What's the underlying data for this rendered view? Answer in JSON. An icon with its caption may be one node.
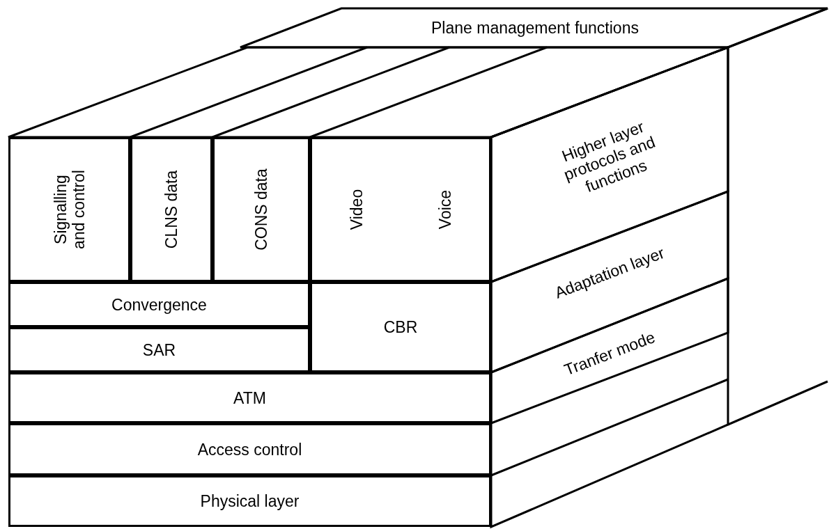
{
  "diagram": {
    "nodes": [
      {
        "text": [
          "Plane management functions"
        ]
      },
      {
        "text": [
          "Signalling and control"
        ]
      },
      {
        "text": [
          "CLNS data"
        ]
      },
      {
        "text": [
          "CONS data"
        ]
      },
      {
        "text": [
          "Video",
          "Voice"
        ]
      },
      {
        "text": [
          "Higher layer protocols and functions"
        ]
      },
      {
        "text": [
          "Convergence"
        ]
      },
      {
        "text": [
          "SAR"
        ]
      },
      {
        "text": [
          "CBR"
        ]
      },
      {
        "text": [
          "Adaptation layer"
        ]
      },
      {
        "text": [
          "Tranfer mode"
        ]
      },
      {
        "text": [
          "ATM"
        ]
      },
      {
        "text": [
          "Access control"
        ]
      },
      {
        "text": [
          "Physical layer"
        ]
      }
    ]
  }
}
